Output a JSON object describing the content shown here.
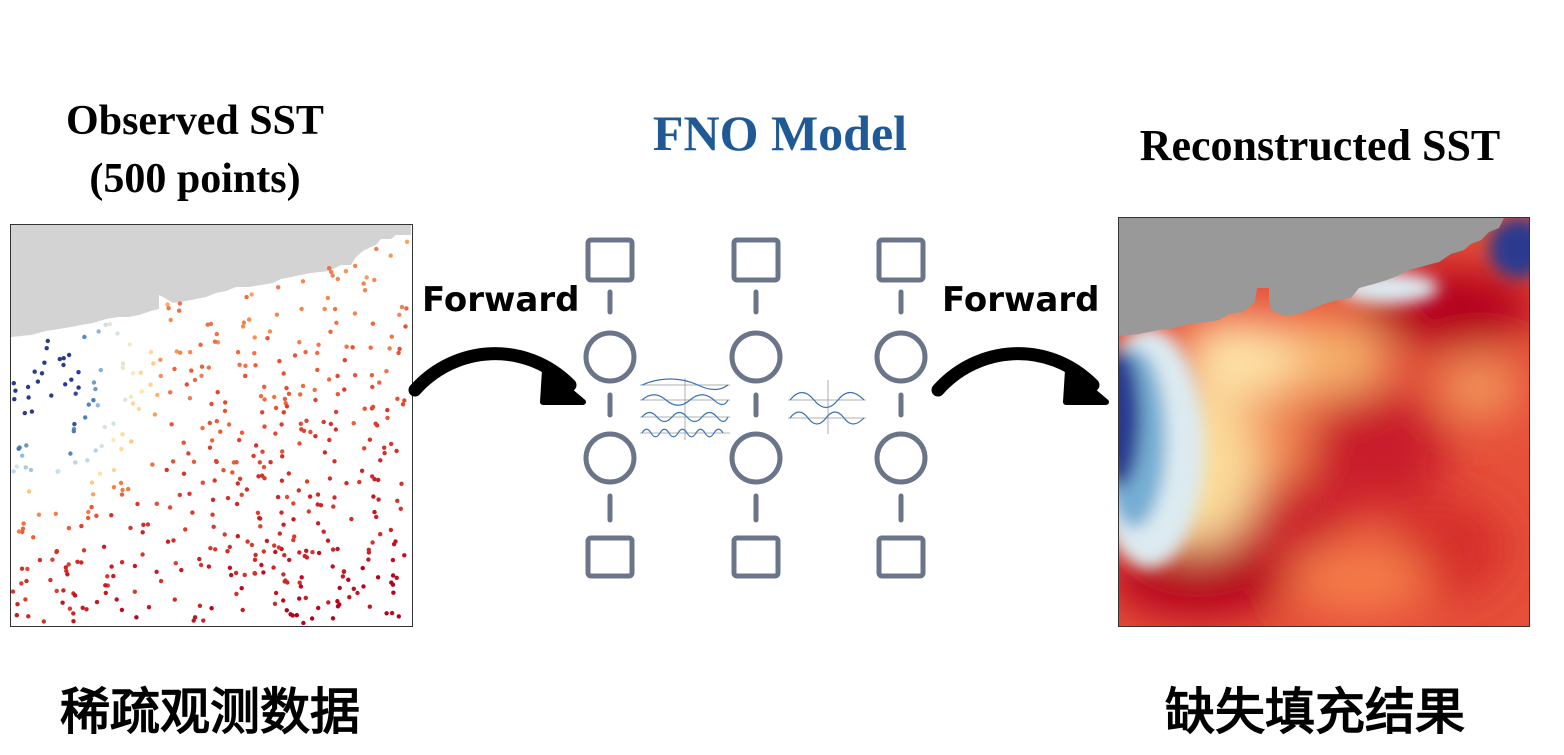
{
  "left": {
    "title_line1": "Observed SST",
    "title_line2": "(500 points)",
    "caption": "稀疏观测数据"
  },
  "center": {
    "title": "FNO Model",
    "title_color": "#1f5a96"
  },
  "right": {
    "title": "Reconstructed SST",
    "caption": "缺失填充结果"
  },
  "arrows": {
    "left_label": "Forward",
    "right_label": "Forward"
  },
  "network": {
    "node_color": "#6b7589",
    "columns": 3,
    "nodes_per_column": [
      "square",
      "circle",
      "circle",
      "square"
    ]
  },
  "colors": {
    "land_observed": "#d3d3d3",
    "land_reconstructed": "#999999",
    "cold": "#2b3a8f",
    "warm": "#b3001e"
  }
}
